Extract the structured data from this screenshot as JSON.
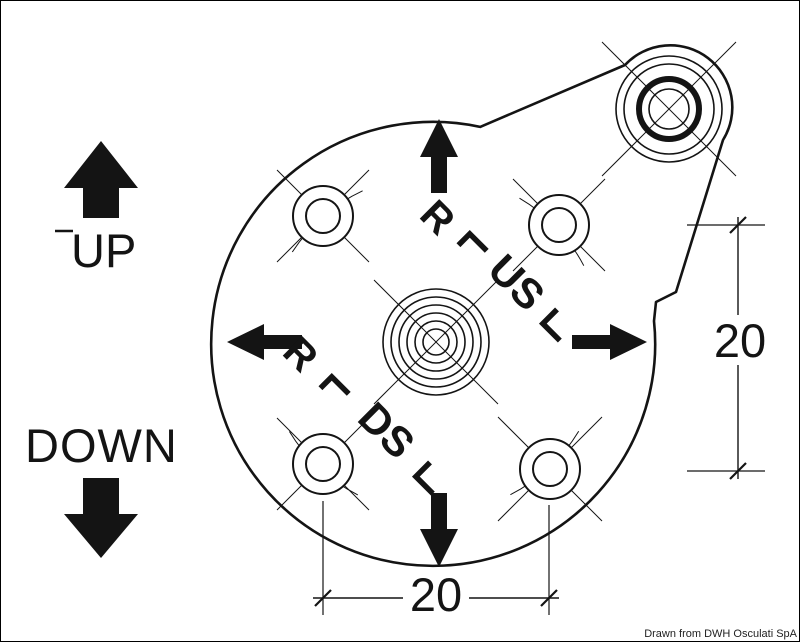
{
  "colors": {
    "ink": "#141414",
    "background": "#ffffff"
  },
  "figure": {
    "direction_labels": {
      "up": "UP",
      "down": "DOWN"
    },
    "cast_marks": {
      "top_letter": "R",
      "top_word": "US",
      "bottom_letter": "R",
      "bottom_word": "DS"
    },
    "dimensions": {
      "right_value": "20",
      "bottom_value": "20"
    },
    "credit": "Drawn from DWH Osculati SpA"
  }
}
